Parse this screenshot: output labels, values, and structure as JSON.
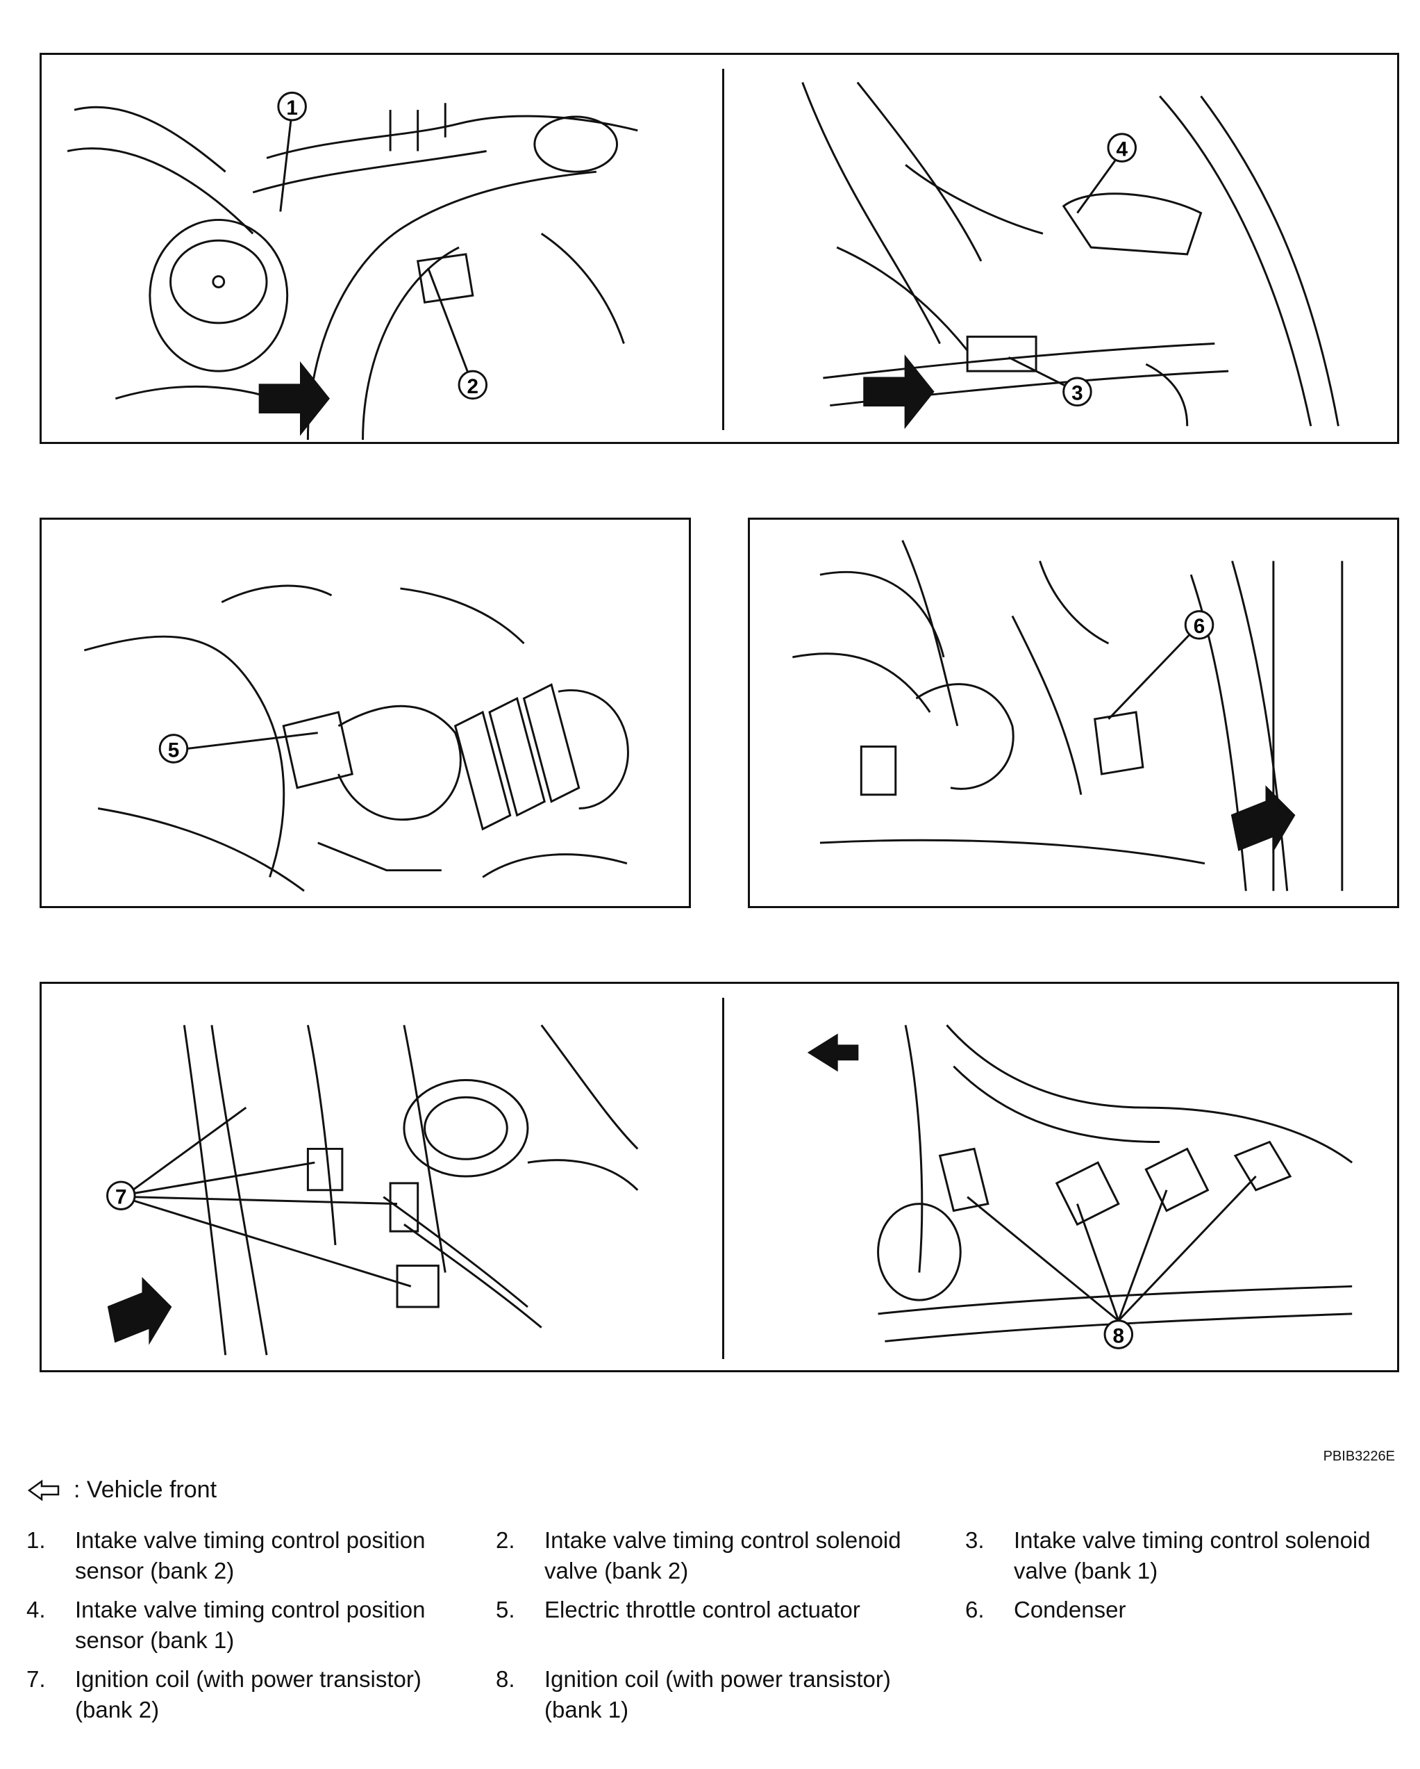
{
  "figure_code": "PBIB3226E",
  "legend": {
    "icon": "hollow-arrow-left-icon",
    "text": ": Vehicle front"
  },
  "callouts": [
    "1",
    "2",
    "3",
    "4",
    "5",
    "6",
    "7",
    "8"
  ],
  "items": [
    {
      "num": "1.",
      "text": "Intake valve timing control position sensor (bank 2)"
    },
    {
      "num": "2.",
      "text": "Intake valve timing control solenoid valve (bank 2)"
    },
    {
      "num": "3.",
      "text": "Intake valve timing control solenoid valve (bank 1)"
    },
    {
      "num": "4.",
      "text": "Intake valve timing control position sensor (bank 1)"
    },
    {
      "num": "5.",
      "text": "Electric throttle control actuator"
    },
    {
      "num": "6.",
      "text": "Condenser"
    },
    {
      "num": "7.",
      "text": "Ignition coil (with power transistor) (bank 2)"
    },
    {
      "num": "8.",
      "text": "Ignition coil (with power transistor) (bank 1)"
    }
  ]
}
